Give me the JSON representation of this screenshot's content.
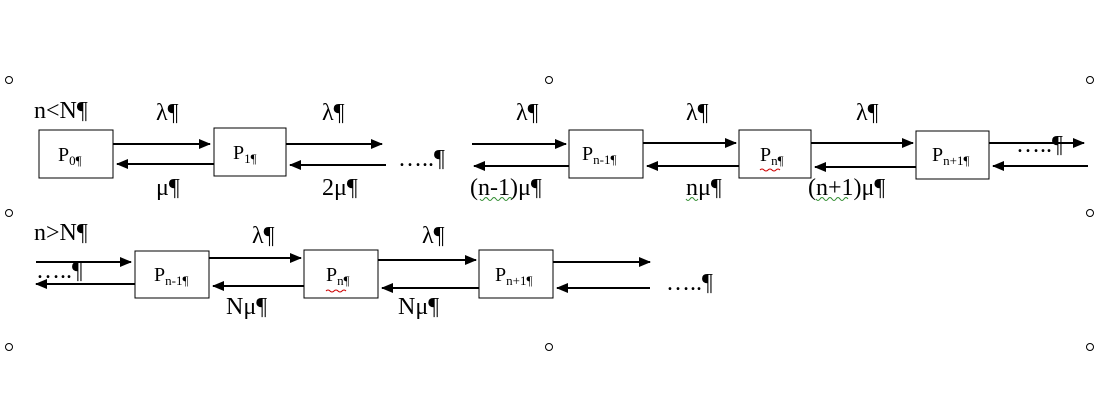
{
  "sections": {
    "top_condition": "n<N¶",
    "bottom_condition": "n>N¶"
  },
  "states_top": [
    {
      "label": "P",
      "sub": "0¶"
    },
    {
      "label": "P",
      "sub": "1¶"
    },
    {
      "label": "P",
      "sub": "n-1¶"
    },
    {
      "label": "P",
      "sub": "n¶"
    },
    {
      "label": "P",
      "sub": "n+1¶"
    }
  ],
  "states_bottom": [
    {
      "label": "P",
      "sub": "n-1¶"
    },
    {
      "label": "P",
      "sub": "n¶"
    },
    {
      "label": "P",
      "sub": "n+1¶"
    }
  ],
  "rates_top_forward": [
    "λ¶",
    "λ¶",
    "λ¶",
    "λ¶",
    "λ¶"
  ],
  "rates_top_backward": [
    "μ¶",
    "2μ¶",
    "(n-1)μ¶",
    "nμ¶",
    "(n+1)μ¶"
  ],
  "rates_bottom_forward": [
    "λ¶",
    "λ¶"
  ],
  "rates_bottom_backward": [
    "Nμ¶",
    "Nμ¶"
  ],
  "ellipsis": {
    "top_middle": "…..¶",
    "top_right": "…..¶",
    "bottom_left": "…..¶",
    "bottom_right": "…..¶"
  }
}
